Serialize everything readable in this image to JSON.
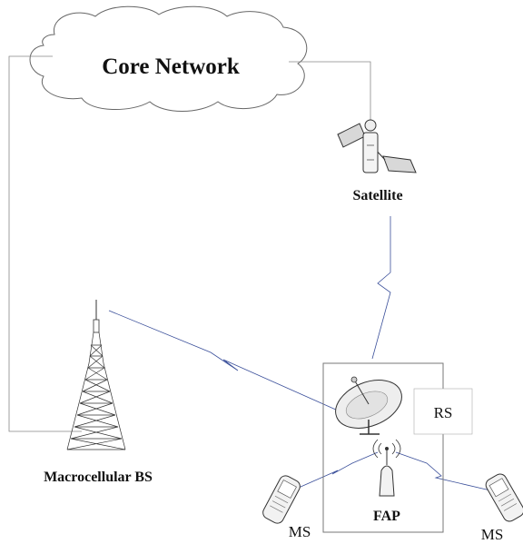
{
  "diagram": {
    "cloud_label": "Core Network",
    "satellite_label": "Satellite",
    "macro_bs_label": "Macrocellular BS",
    "rs_label": "RS",
    "fap_label": "FAP",
    "ms_left_label": "MS",
    "ms_right_label": "MS"
  }
}
